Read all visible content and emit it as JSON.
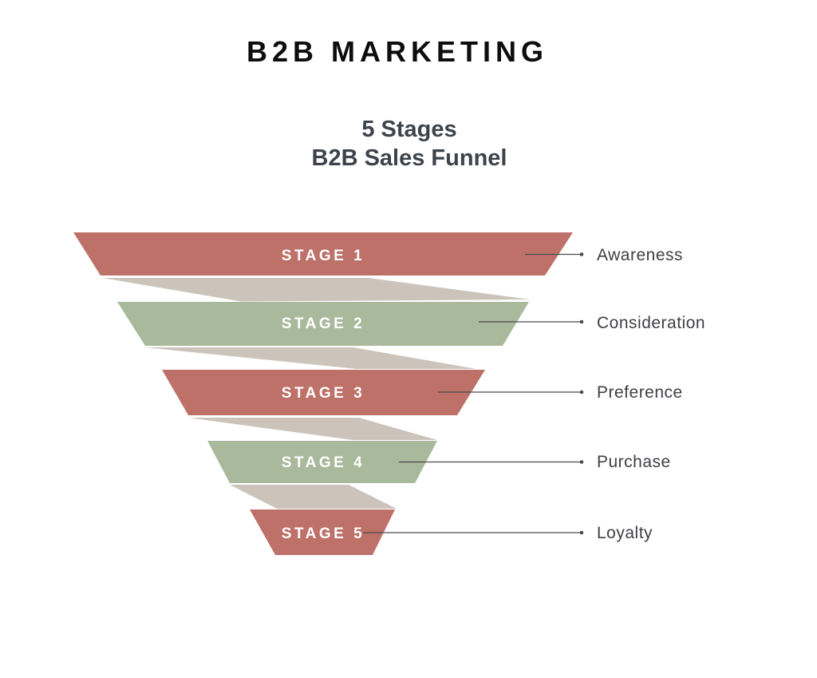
{
  "header": {
    "title": "B2B MARKETING",
    "subtitle_line1": "5 Stages",
    "subtitle_line2": "B2B Sales Funnel"
  },
  "funnel": {
    "stages": [
      {
        "label": "STAGE 1",
        "outcome": "Awareness",
        "color": "#BE7169"
      },
      {
        "label": "STAGE 2",
        "outcome": "Consideration",
        "color": "#A9B99B"
      },
      {
        "label": "STAGE 3",
        "outcome": "Preference",
        "color": "#BE7169"
      },
      {
        "label": "STAGE 4",
        "outcome": "Purchase",
        "color": "#A9B99B"
      },
      {
        "label": "STAGE 5",
        "outcome": "Loyalty",
        "color": "#BE7169"
      }
    ],
    "ribbon_color": "#CCC4BA",
    "stage_label_color": "#FFFFFF",
    "outcome_label_color": "#3F4045",
    "line_color": "#4A4B4F"
  },
  "colors": {
    "title": "#0D0D0D",
    "subtitle": "#3E434B",
    "background": "#FFFFFF",
    "stage_red": "#BE7169",
    "stage_green": "#A9B99B"
  }
}
